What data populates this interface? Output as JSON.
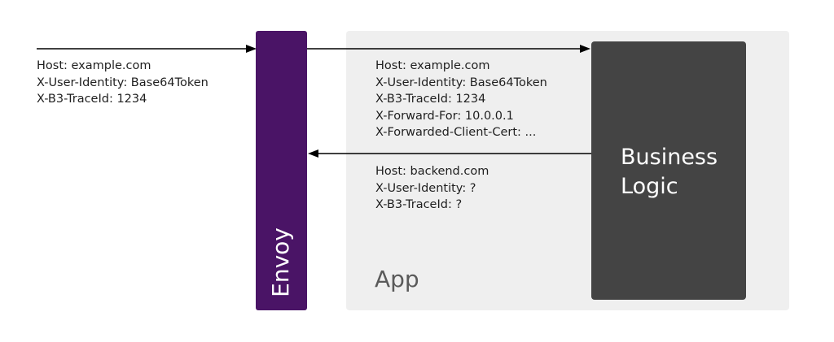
{
  "diagram": {
    "envoy_label": "Envoy",
    "app_label": "App",
    "business_logic_label": "Business\nLogic",
    "incoming_headers": [
      "Host: example.com",
      "X-User-Identity: Base64Token",
      "X-B3-TraceId: 1234"
    ],
    "forwarded_headers": [
      "Host: example.com",
      "X-User-Identity: Base64Token",
      "X-B3-TraceId: 1234",
      "X-Forward-For: 10.0.0.1",
      "X-Forwarded-Client-Cert: ..."
    ],
    "outbound_headers": [
      "Host: backend.com",
      "X-User-Identity: ?",
      "X-B3-TraceId: ?"
    ],
    "colors": {
      "envoy": "#4a1466",
      "app_background": "#efefef",
      "business_logic": "#444444",
      "arrow": "#000000",
      "text": "#1f1f1f"
    }
  }
}
